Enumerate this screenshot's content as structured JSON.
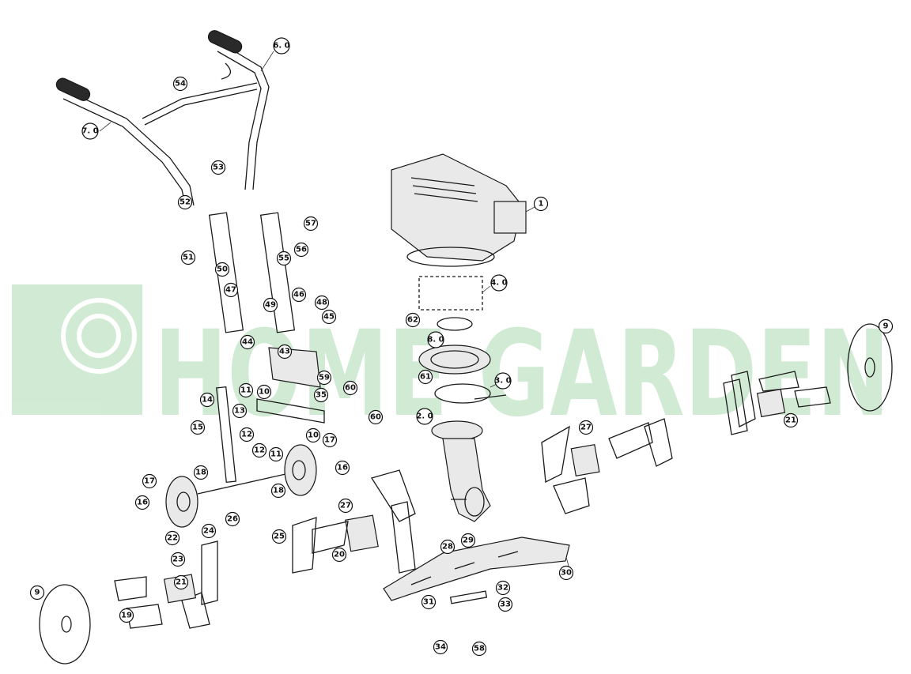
{
  "watermark": {
    "text": "HOME GARDEN",
    "color": "#2ea33a"
  },
  "callouts": [
    {
      "label": "1"
    },
    {
      "label": "2. 0"
    },
    {
      "label": "3. 0"
    },
    {
      "label": "4. 0"
    },
    {
      "label": "6. 0"
    },
    {
      "label": "7. 0"
    },
    {
      "label": "8. 0"
    },
    {
      "label": "9"
    },
    {
      "label": "9"
    },
    {
      "label": "10"
    },
    {
      "label": "10"
    },
    {
      "label": "11"
    },
    {
      "label": "11"
    },
    {
      "label": "12"
    },
    {
      "label": "12"
    },
    {
      "label": "13"
    },
    {
      "label": "14"
    },
    {
      "label": "15"
    },
    {
      "label": "16"
    },
    {
      "label": "16"
    },
    {
      "label": "17"
    },
    {
      "label": "17"
    },
    {
      "label": "18"
    },
    {
      "label": "18"
    },
    {
      "label": "19"
    },
    {
      "label": "20"
    },
    {
      "label": "21"
    },
    {
      "label": "21"
    },
    {
      "label": "22"
    },
    {
      "label": "23"
    },
    {
      "label": "24"
    },
    {
      "label": "25"
    },
    {
      "label": "26"
    },
    {
      "label": "27"
    },
    {
      "label": "27"
    },
    {
      "label": "28"
    },
    {
      "label": "29"
    },
    {
      "label": "30"
    },
    {
      "label": "31"
    },
    {
      "label": "32"
    },
    {
      "label": "33"
    },
    {
      "label": "34"
    },
    {
      "label": "35"
    },
    {
      "label": "43"
    },
    {
      "label": "44"
    },
    {
      "label": "45"
    },
    {
      "label": "46"
    },
    {
      "label": "47"
    },
    {
      "label": "48"
    },
    {
      "label": "49"
    },
    {
      "label": "50"
    },
    {
      "label": "51"
    },
    {
      "label": "52"
    },
    {
      "label": "53"
    },
    {
      "label": "54"
    },
    {
      "label": "55"
    },
    {
      "label": "56"
    },
    {
      "label": "57"
    },
    {
      "label": "58"
    },
    {
      "label": "59"
    },
    {
      "label": "60"
    },
    {
      "label": "60"
    },
    {
      "label": "61"
    },
    {
      "label": "62"
    }
  ]
}
